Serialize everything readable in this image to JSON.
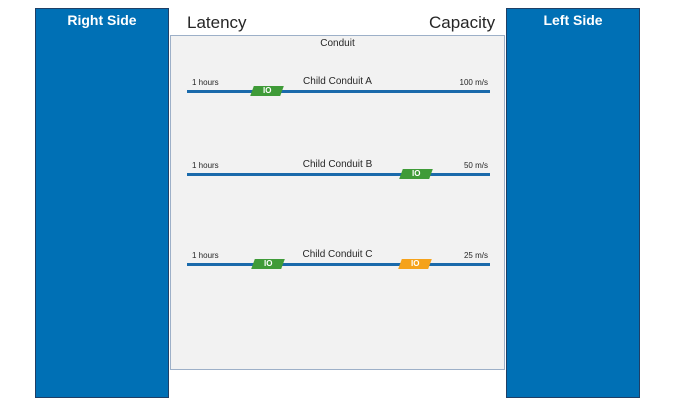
{
  "sides": {
    "right_label": "Right Side",
    "left_label": "Left Side",
    "color": "#0070b5"
  },
  "headers": {
    "latency": "Latency",
    "capacity": "Capacity"
  },
  "conduit": {
    "title": "Conduit",
    "children": [
      {
        "name": "Child Conduit A",
        "latency": "1 hours",
        "capacity": "100 m/s",
        "ports": [
          {
            "label": "IO",
            "color": "green"
          }
        ]
      },
      {
        "name": "Child Conduit B",
        "latency": "1 hours",
        "capacity": "50 m/s",
        "ports": [
          {
            "label": "IO",
            "color": "green"
          }
        ]
      },
      {
        "name": "Child Conduit C",
        "latency": "1 hours",
        "capacity": "25 m/s",
        "ports": [
          {
            "label": "IO",
            "color": "green"
          },
          {
            "label": "IO",
            "color": "orange"
          }
        ]
      }
    ]
  },
  "colors": {
    "green": "#3f9b38",
    "orange": "#f5a21b",
    "line": "#1a6aab"
  }
}
